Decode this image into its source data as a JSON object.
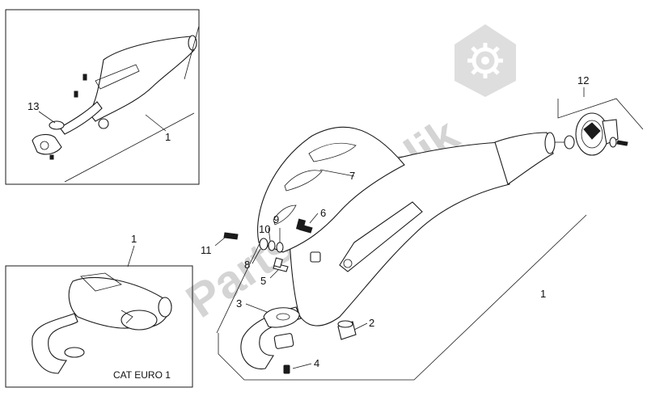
{
  "watermark": {
    "text": "PartsRepublik",
    "icon": "gear-icon",
    "color": "#d4d4d4"
  },
  "callouts": {
    "c1_main": "1",
    "c1_inset_top": "1",
    "c1_inset_bottom": "1",
    "c2": "2",
    "c3": "3",
    "c4": "4",
    "c5": "5",
    "c6": "6",
    "c7": "7",
    "c8": "8",
    "c9": "9",
    "c10": "10",
    "c11": "11",
    "c12": "12",
    "c13": "13"
  },
  "inset_bottom": {
    "caption": "CAT EURO 1"
  }
}
